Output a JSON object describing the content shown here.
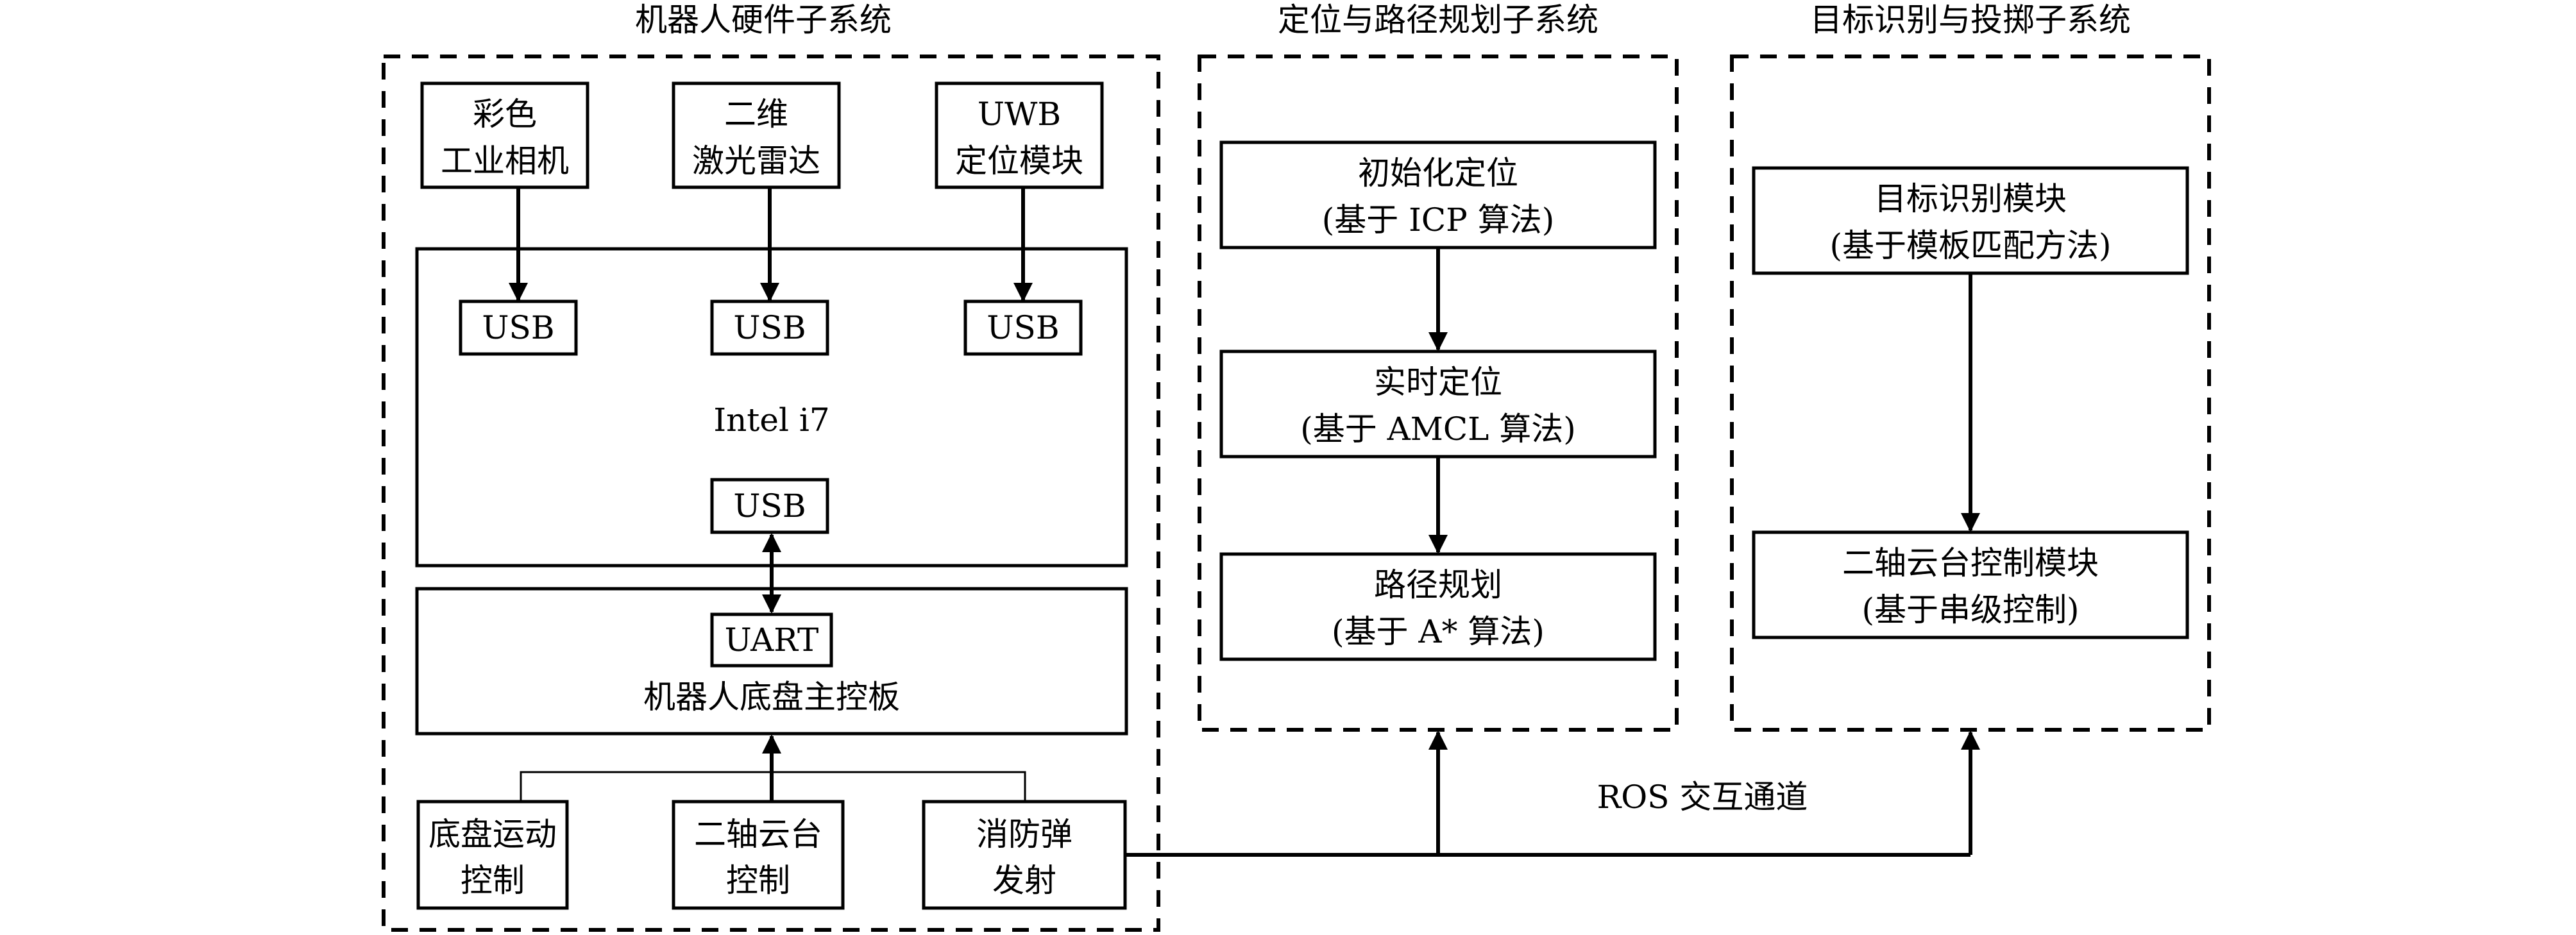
{
  "subsystems": {
    "hardware": {
      "title": "机器人硬件子系统"
    },
    "planning": {
      "title": "定位与路径规划子系统"
    },
    "targeting": {
      "title": "目标识别与投掷子系统"
    }
  },
  "sensors": {
    "camera": {
      "line1": "彩色",
      "line2": "工业相机"
    },
    "lidar": {
      "line1": "二维",
      "line2": "激光雷达"
    },
    "uwb": {
      "line1": "UWB",
      "line2": "定位模块"
    }
  },
  "computer": {
    "label": "Intel i7",
    "usb_port_label": "USB"
  },
  "chassis_board": {
    "uart_label": "UART",
    "label": "机器人底盘主控板"
  },
  "actuators": {
    "motion": {
      "line1": "底盘运动",
      "line2": "控制"
    },
    "gimbal": {
      "line1": "二轴云台",
      "line2": "控制"
    },
    "launcher": {
      "line1": "消防弹",
      "line2": "发射"
    }
  },
  "planning_modules": [
    {
      "line1": "初始化定位",
      "line2": "(基于 ICP 算法)"
    },
    {
      "line1": "实时定位",
      "line2": "(基于 AMCL 算法)"
    },
    {
      "line1": "路径规划",
      "line2": "(基于 A* 算法)"
    }
  ],
  "targeting_modules": [
    {
      "line1": "目标识别模块",
      "line2": "(基于模板匹配方法)"
    },
    {
      "line1": "二轴云台控制模块",
      "line2": "(基于串级控制)"
    }
  ],
  "ros_channel": {
    "label": "ROS 交互通道"
  }
}
